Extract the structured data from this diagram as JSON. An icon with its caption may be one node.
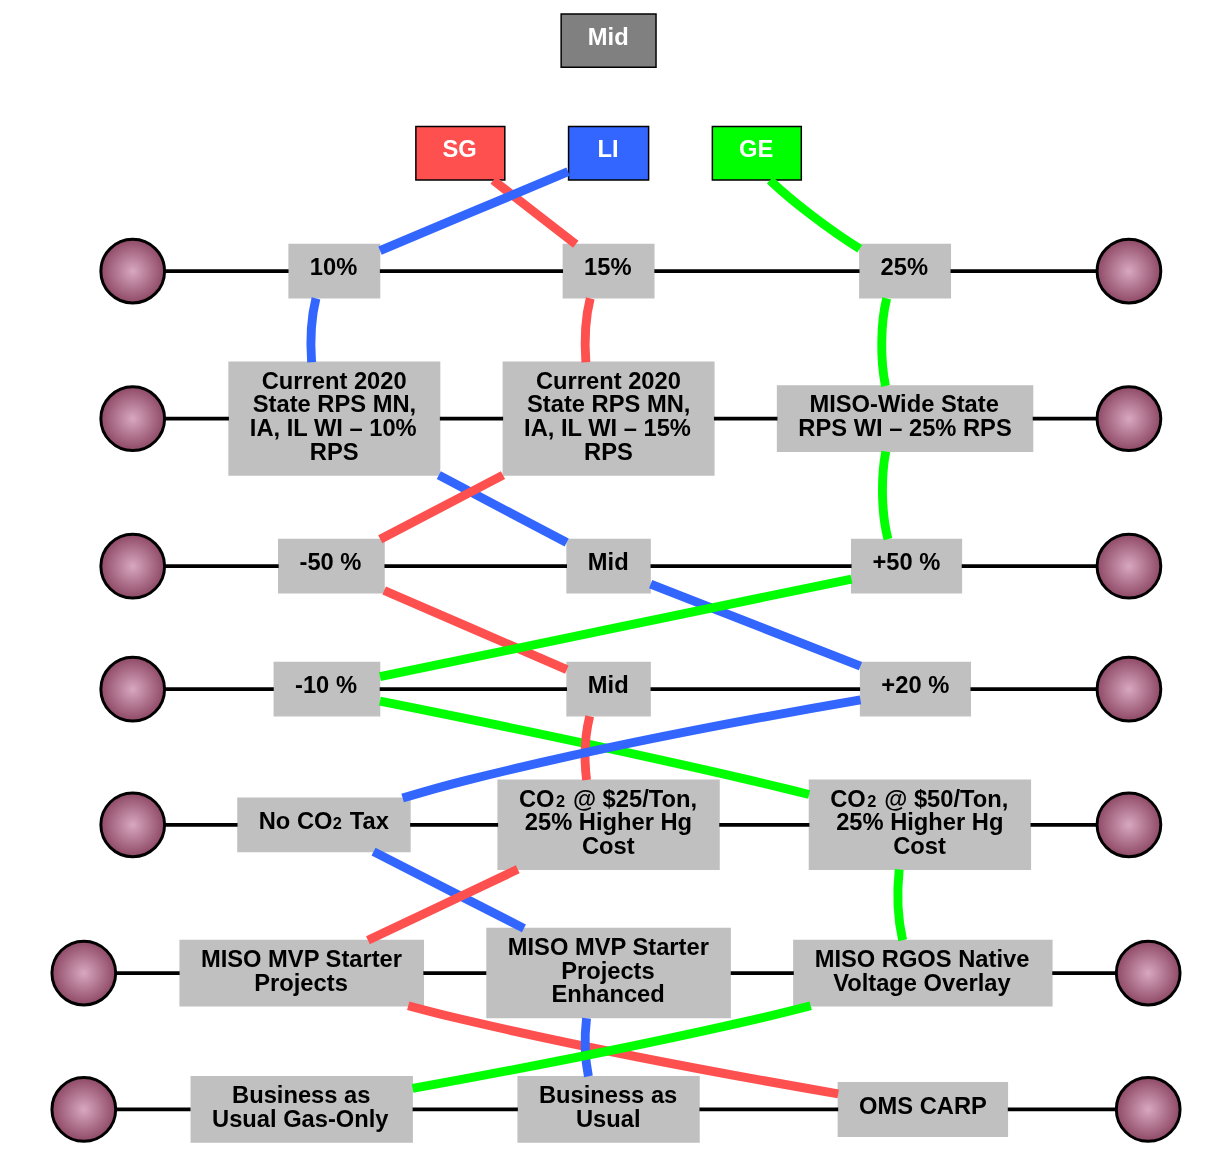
{
  "diagram": {
    "nodes": [
      {
        "text": [
          "Mid"
        ]
      },
      {
        "text": [
          "SG"
        ]
      },
      {
        "text": [
          "LI"
        ]
      },
      {
        "text": [
          "GE"
        ]
      },
      {
        "text": [],
        "shape": "circle"
      },
      {
        "text": [
          "10%"
        ]
      },
      {
        "text": [
          "15%"
        ]
      },
      {
        "text": [
          "25%"
        ]
      },
      {
        "text": [],
        "shape": "circle"
      },
      {
        "text": [],
        "shape": "circle"
      },
      {
        "text": [
          "Current 2020 State RPS MN, IA, IL WI – 10% RPS"
        ]
      },
      {
        "text": [
          "Current 2020 State RPS MN, IA, IL WI – 15% RPS"
        ]
      },
      {
        "text": [
          "MISO-Wide State RPS WI – 25% RPS"
        ]
      },
      {
        "text": [],
        "shape": "circle"
      },
      {
        "text": [],
        "shape": "circle"
      },
      {
        "text": [
          "-50 %"
        ]
      },
      {
        "text": [
          "Mid"
        ]
      },
      {
        "text": [
          "+50 %"
        ]
      },
      {
        "text": [],
        "shape": "circle"
      },
      {
        "text": [],
        "shape": "circle"
      },
      {
        "text": [
          "-10 %"
        ]
      },
      {
        "text": [
          "Mid"
        ]
      },
      {
        "text": [
          "+20 %"
        ]
      },
      {
        "text": [],
        "shape": "circle"
      },
      {
        "text": [],
        "shape": "circle"
      },
      {
        "text": [
          "No CO$_{2}$ Tax"
        ]
      },
      {
        "text": [
          "CO$_{2}$ @ $25/Ton, 25% Higher Hg Cost"
        ]
      },
      {
        "text": [
          "CO$_{2}$ @ $50/Ton, 25% Higher Hg Cost"
        ]
      },
      {
        "text": [],
        "shape": "circle"
      },
      {
        "text": [],
        "shape": "circle"
      },
      {
        "text": [
          "MISO MVP Starter Projects"
        ]
      },
      {
        "text": [
          "MISO MVP Starter Projects Enhanced"
        ]
      },
      {
        "text": [
          "MISO RGOS Native Voltage Overlay"
        ]
      },
      {
        "text": [],
        "shape": "circle"
      },
      {
        "text": [],
        "shape": "circle"
      },
      {
        "text": [
          "Business as Usual Gas-Only"
        ]
      },
      {
        "text": [
          "Business as Usual"
        ]
      },
      {
        "text": [
          "OMS CARP"
        ]
      },
      {
        "text": [],
        "shape": "circle"
      }
    ],
    "edges": [
      {
        "from": 4,
        "to": 5,
        "arrow": "none"
      },
      {
        "from": 5,
        "to": 6,
        "arrow": "none"
      },
      {
        "from": 6,
        "to": 7,
        "arrow": "none"
      },
      {
        "from": 7,
        "to": 8,
        "arrow": "none"
      },
      {
        "from": 9,
        "to": 10,
        "arrow": "none"
      },
      {
        "from": 10,
        "to": 11,
        "arrow": "none"
      },
      {
        "from": 11,
        "to": 12,
        "arrow": "none"
      },
      {
        "from": 12,
        "to": 13,
        "arrow": "none"
      },
      {
        "from": 14,
        "to": 15,
        "arrow": "none"
      },
      {
        "from": 15,
        "to": 16,
        "arrow": "none"
      },
      {
        "from": 16,
        "to": 17,
        "arrow": "none"
      },
      {
        "from": 17,
        "to": 18,
        "arrow": "none"
      },
      {
        "from": 19,
        "to": 20,
        "arrow": "none"
      },
      {
        "from": 20,
        "to": 21,
        "arrow": "none"
      },
      {
        "from": 21,
        "to": 22,
        "arrow": "none"
      },
      {
        "from": 22,
        "to": 23,
        "arrow": "none"
      },
      {
        "from": 24,
        "to": 25,
        "arrow": "none"
      },
      {
        "from": 25,
        "to": 26,
        "arrow": "none"
      },
      {
        "from": 26,
        "to": 27,
        "arrow": "none"
      },
      {
        "from": 27,
        "to": 28,
        "arrow": "none"
      },
      {
        "from": 29,
        "to": 30,
        "arrow": "none"
      },
      {
        "from": 30,
        "to": 31,
        "arrow": "none"
      },
      {
        "from": 31,
        "to": 32,
        "arrow": "none"
      },
      {
        "from": 32,
        "to": 33,
        "arrow": "none"
      },
      {
        "from": 34,
        "to": 35,
        "arrow": "none"
      },
      {
        "from": 35,
        "to": 36,
        "arrow": "none"
      },
      {
        "from": 36,
        "to": 37,
        "arrow": "none"
      },
      {
        "from": 37,
        "to": 38,
        "arrow": "none"
      },
      {
        "from": 1,
        "to": 6,
        "arrow": "none",
        "style": "thick",
        "color": "#ff5050"
      },
      {
        "from": 6,
        "to": 11,
        "arrow": "none",
        "style": "thick",
        "color": "#ff5050"
      },
      {
        "from": 11,
        "to": 15,
        "arrow": "none",
        "style": "thick",
        "color": "#ff5050"
      },
      {
        "from": 15,
        "to": 21,
        "arrow": "none",
        "style": "thick",
        "color": "#ff5050"
      },
      {
        "from": 21,
        "to": 26,
        "arrow": "none",
        "style": "thick",
        "color": "#ff5050"
      },
      {
        "from": 26,
        "to": 30,
        "arrow": "none",
        "style": "thick",
        "color": "#ff5050"
      },
      {
        "from": 30,
        "to": 37,
        "arrow": "none",
        "style": "thick",
        "color": "#ff5050"
      },
      {
        "from": 2,
        "to": 5,
        "arrow": "none",
        "style": "thick",
        "color": "#3366ff"
      },
      {
        "from": 5,
        "to": 10,
        "arrow": "none",
        "style": "thick",
        "color": "#3366ff"
      },
      {
        "from": 10,
        "to": 16,
        "arrow": "none",
        "style": "thick",
        "color": "#3366ff"
      },
      {
        "from": 16,
        "to": 22,
        "arrow": "none",
        "style": "thick",
        "color": "#3366ff"
      },
      {
        "from": 22,
        "to": 25,
        "arrow": "none",
        "style": "thick",
        "color": "#3366ff"
      },
      {
        "from": 25,
        "to": 31,
        "arrow": "none",
        "style": "thick",
        "color": "#3366ff"
      },
      {
        "from": 31,
        "to": 36,
        "arrow": "none",
        "style": "thick",
        "color": "#3366ff"
      },
      {
        "from": 3,
        "to": 7,
        "arrow": "none",
        "style": "thick",
        "color": "#00ff00"
      },
      {
        "from": 7,
        "to": 12,
        "arrow": "none",
        "style": "thick",
        "color": "#00ff00"
      },
      {
        "from": 12,
        "to": 17,
        "arrow": "none",
        "style": "thick",
        "color": "#00ff00"
      },
      {
        "from": 17,
        "to": 20,
        "arrow": "none",
        "style": "thick",
        "color": "#00ff00"
      },
      {
        "from": 20,
        "to": 27,
        "arrow": "none",
        "style": "thick",
        "color": "#00ff00"
      },
      {
        "from": 27,
        "to": 32,
        "arrow": "none",
        "style": "thick",
        "color": "#00ff00"
      },
      {
        "from": 32,
        "to": 35,
        "arrow": "none",
        "style": "thick",
        "color": "#00ff00"
      }
    ]
  }
}
